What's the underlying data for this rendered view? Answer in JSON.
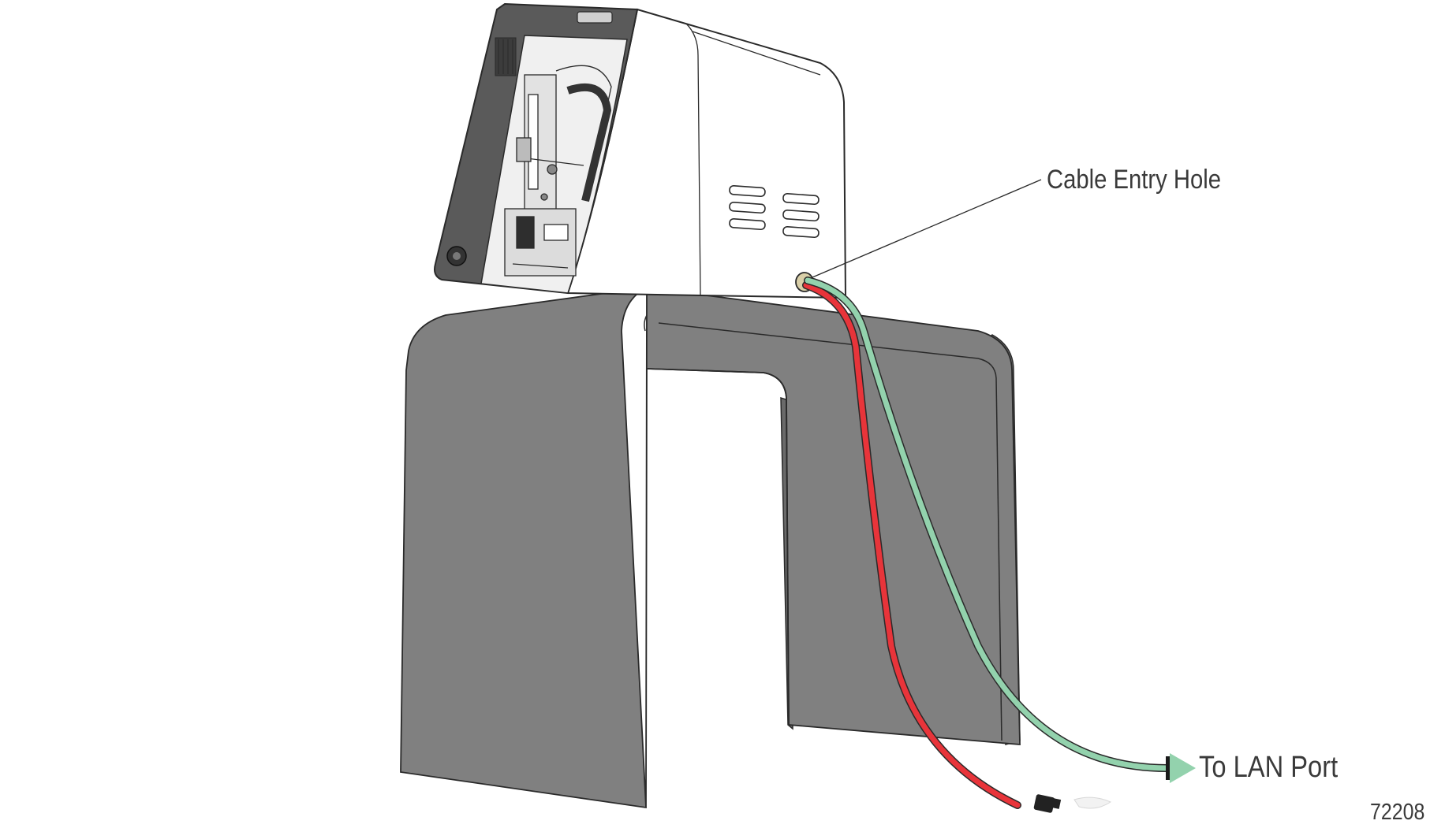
{
  "labels": {
    "cable_entry_hole": "Cable Entry Hole",
    "to_lan_port": "To LAN Port",
    "figure_number": "72208"
  },
  "colors": {
    "stand": "#808080",
    "stand_outline": "#2a2a2a",
    "power_cable": "#e8343a",
    "lan_cable": "#93d2ad",
    "bezel": "#5a5a5a",
    "housing": "#ffffff"
  }
}
